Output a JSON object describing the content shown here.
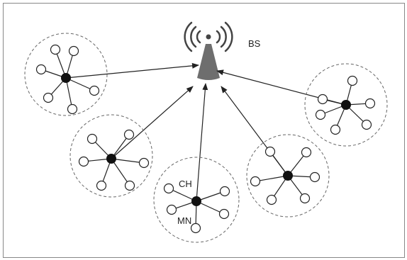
{
  "labels": {
    "base_station": "BS",
    "cluster_head": "CH",
    "member_node": "MN"
  },
  "colors": {
    "frame": "#888888",
    "edge": "#222222",
    "cluster_boundary": "#666666",
    "cluster_head_fill": "#111111",
    "member_fill": "#ffffff",
    "tower_fill": "#6e6e6e",
    "signal_arc": "#444444"
  },
  "icons": [
    "antenna-tower-icon",
    "signal-waves-icon"
  ],
  "clusters": [
    {
      "id": "cluster-1",
      "member_count": 6
    },
    {
      "id": "cluster-2",
      "member_count": 6
    },
    {
      "id": "cluster-3",
      "member_count": 6
    },
    {
      "id": "cluster-4",
      "member_count": 6
    },
    {
      "id": "cluster-5",
      "member_count": 5
    }
  ]
}
